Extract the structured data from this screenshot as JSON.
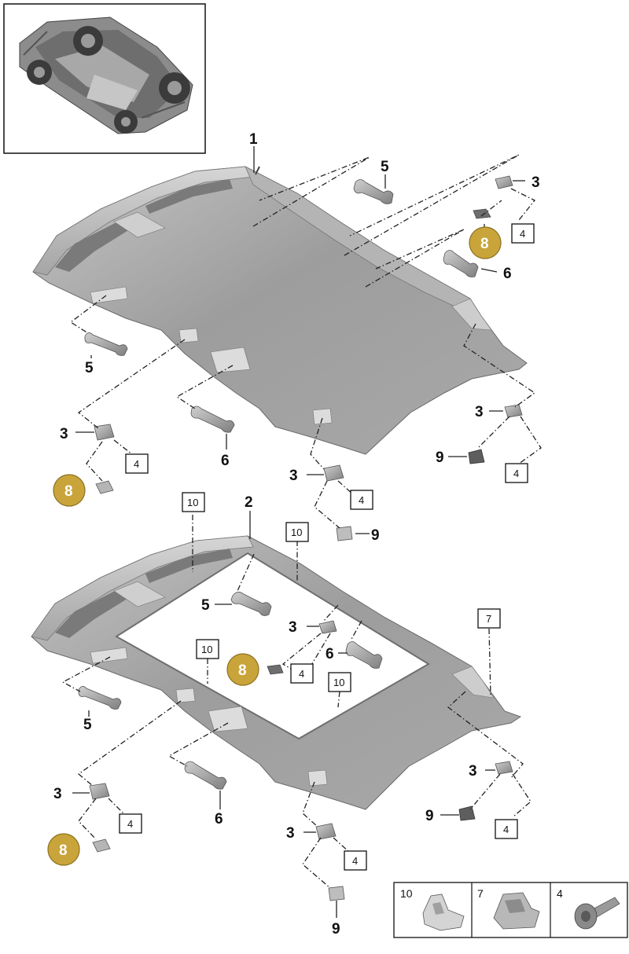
{
  "callouts": {
    "c1": "1",
    "c2": "2",
    "c3": "3",
    "c4": "4",
    "c5": "5",
    "c6": "6",
    "c7": "7",
    "c8": "8",
    "c9": "9",
    "c10": "10"
  },
  "legend": {
    "cell1": "10",
    "cell2": "7",
    "cell3": "4"
  },
  "colors": {
    "badge_fill": "#c9a43a",
    "badge_stroke": "#8d7220",
    "headliner_light": "#b9b9b9",
    "headliner_dark": "#8a8a8a",
    "part_fill": "#9a9a9a"
  }
}
